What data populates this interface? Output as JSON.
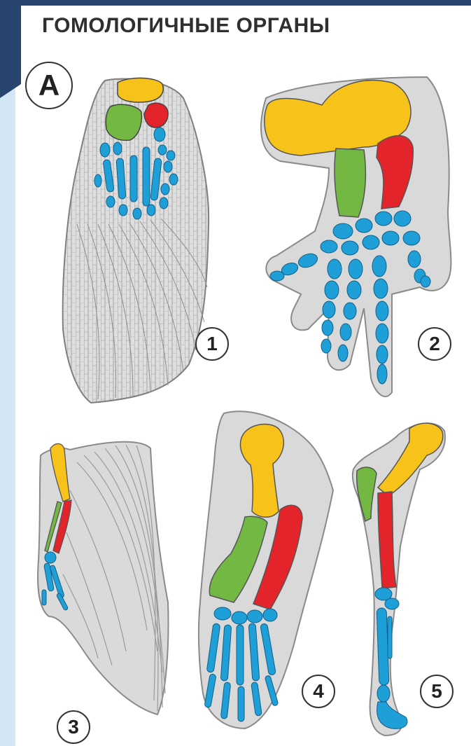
{
  "title": "ГОМОЛОГИЧНЫЕ ОРГАНЫ",
  "panel_letter": "А",
  "figures": [
    {
      "number": "1"
    },
    {
      "number": "2"
    },
    {
      "number": "3"
    },
    {
      "number": "4"
    },
    {
      "number": "5"
    }
  ],
  "colors": {
    "humerus": "#f7c21a",
    "radius": "#e3242b",
    "ulna": "#72b843",
    "hand": "#1f9fd8",
    "outline_fill": "#d9d9d9",
    "outline_stroke": "#8a8a8a",
    "page_background": "#ffffff",
    "corner_frame": "#27446e",
    "left_edge": "#d3e6f5"
  }
}
